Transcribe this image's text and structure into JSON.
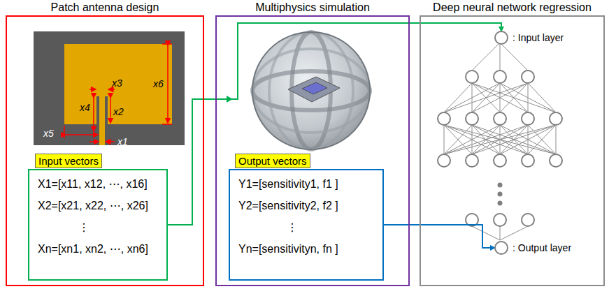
{
  "diagram": {
    "nodes": [
      {
        "text": [
          "Patch antenna design"
        ]
      },
      {
        "text": [
          "Input vectors"
        ],
        "in": 0
      },
      {
        "text": [
          "X1=[x11, x12, ⋯, x16]",
          "X2=[x21, x22, ⋯, x26]",
          "⋮",
          "Xn=[xn1, xn2, ⋯, xn6]"
        ],
        "in": 0
      },
      {
        "text": [
          "Multiphysics simulation"
        ]
      },
      {
        "text": [
          "Output vectors"
        ],
        "in": 3
      },
      {
        "text": [
          "Y1=[sensitivity1, f1 ]",
          "Y2=[sensitivity2, f2 ]",
          "⋮",
          "Yn=[sensitivityn, fn ]"
        ],
        "in": 3
      },
      {
        "text": [
          "Deep neural network regression"
        ]
      },
      {
        "text": [
          ": Input layer"
        ],
        "in": 6
      },
      {
        "text": [
          ": Output layer"
        ],
        "in": 6
      }
    ],
    "edges": [
      {
        "from": 2,
        "to": 7,
        "arrow": "to"
      },
      {
        "from": 5,
        "to": 8,
        "arrow": "to"
      }
    ],
    "labels": [
      "x3",
      "x6",
      "x4",
      "x2",
      "x5",
      "x1"
    ]
  }
}
